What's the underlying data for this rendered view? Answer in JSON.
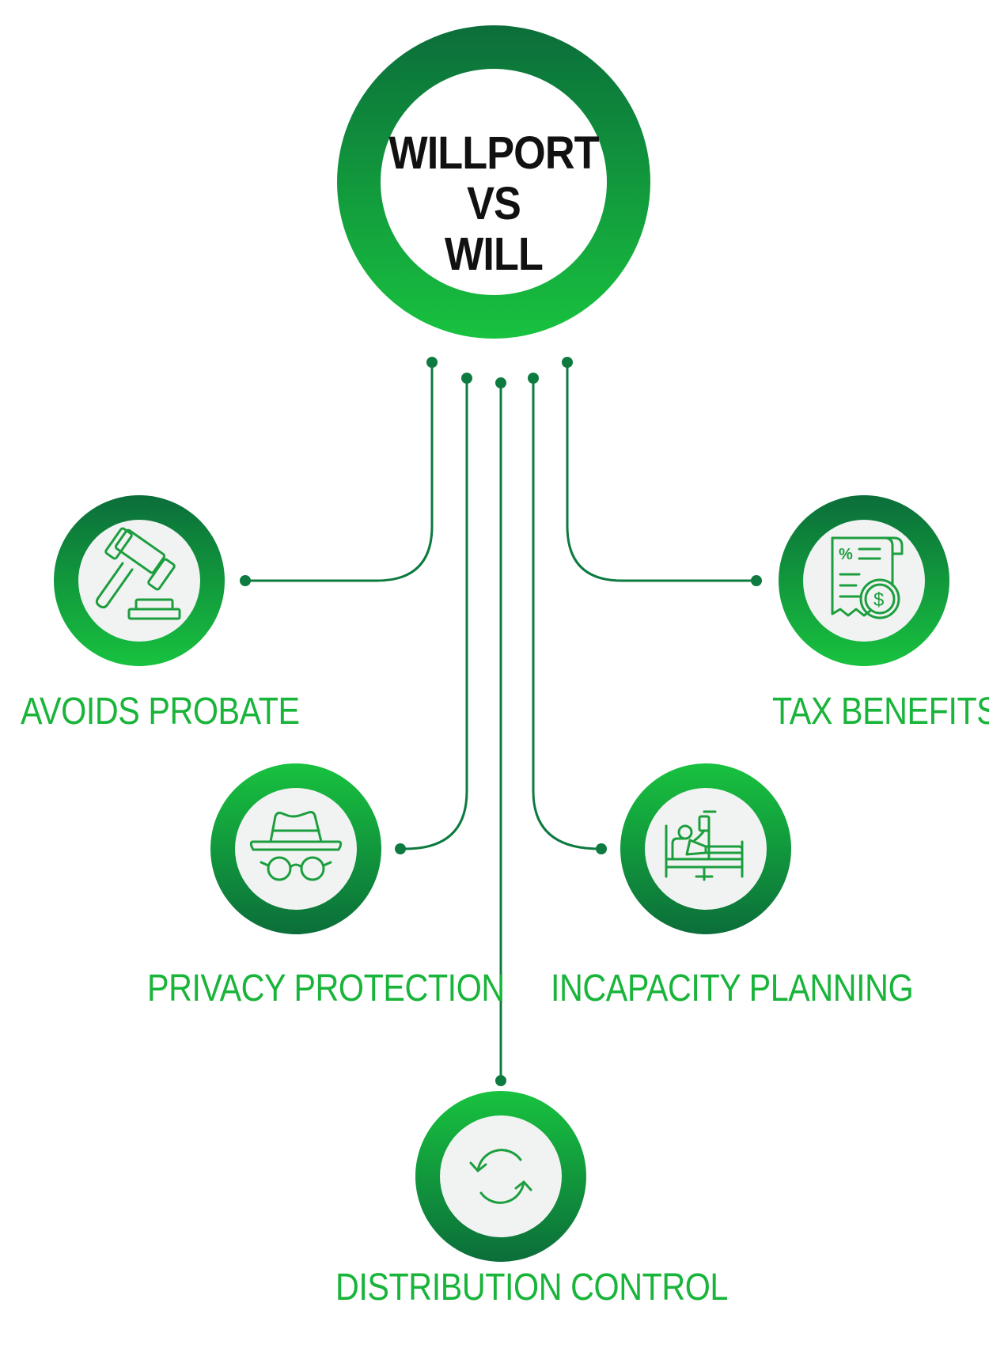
{
  "diagram": {
    "title_lines": [
      "WILLPORT",
      "VS",
      "WILL"
    ],
    "nodes": [
      {
        "id": "avoids-probate",
        "label": "AVOIDS PROBATE",
        "icon": "gavel-icon"
      },
      {
        "id": "tax-benefits",
        "label": "TAX BENEFITS",
        "icon": "tax-receipt-icon"
      },
      {
        "id": "privacy-protection",
        "label": "PRIVACY PROTECTION",
        "icon": "spy-hat-glasses-icon"
      },
      {
        "id": "incapacity-planning",
        "label": "INCAPACITY PLANNING",
        "icon": "hospital-bed-icon"
      },
      {
        "id": "distribution-control",
        "label": "DISTRIBUTION CONTROL",
        "icon": "refresh-arrows-icon"
      }
    ],
    "colors": {
      "ring_dark": "#0b6e3a",
      "ring_light": "#18c23f",
      "connector": "#0d7a40",
      "label_text": "#19b43a",
      "icon_fill": "#f1f3f2",
      "icon_stroke": "#1c9e3e",
      "title_text": "#111111"
    }
  }
}
